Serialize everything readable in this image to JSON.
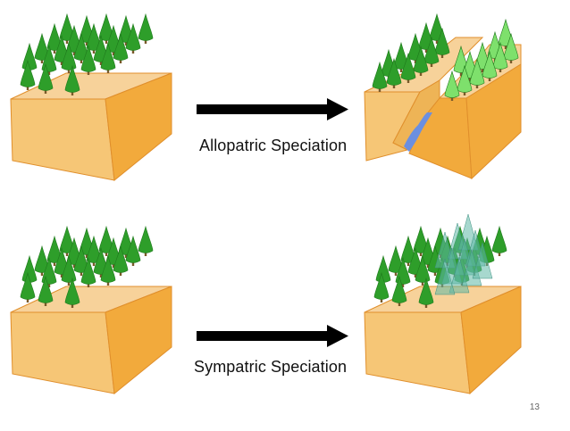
{
  "rows": [
    {
      "caption": "Allopatric Speciation"
    },
    {
      "caption": "Sympatric Speciation"
    }
  ],
  "page_number": "13",
  "colors": {
    "block_top": "#f7d29a",
    "block_left": "#f6c676",
    "block_right": "#f2aa3c",
    "edge": "#e08f2c",
    "tree": "#2e9e2a",
    "tree_light": "#7ee06c",
    "trunk": "#7a5a2a",
    "river": "#6b8fe0",
    "overlay": "#5fb8a6",
    "arrow": "#000000"
  }
}
